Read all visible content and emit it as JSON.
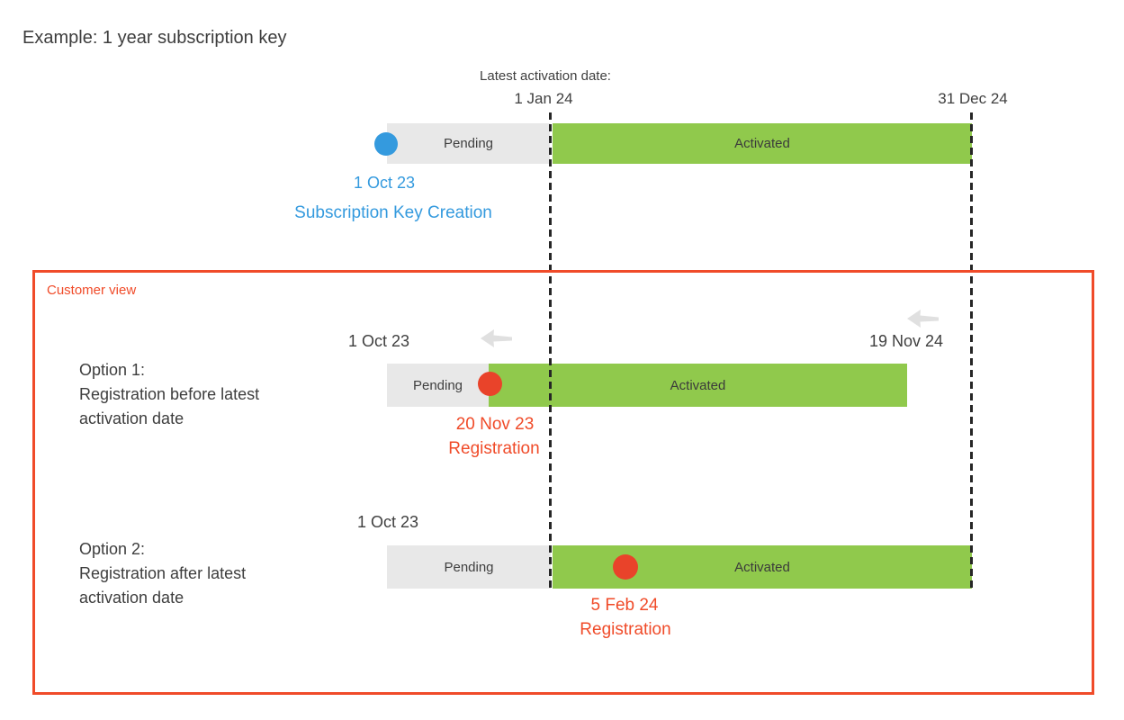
{
  "title": "Example: 1 year subscription key",
  "colors": {
    "blue": "#349ade",
    "green": "#90c94c",
    "gray_bar": "#e8e8e8",
    "red": "#f04b29",
    "red_dot": "#e9432a",
    "dark_text": "#3d3d3d",
    "arrow_gray": "#e0e0e0"
  },
  "axis": {
    "latest_activation_label": "Latest activation date:",
    "latest_activation_date": "1 Jan 24",
    "end_date": "31 Dec 24"
  },
  "key_timeline": {
    "pending_label": "Pending",
    "activated_label": "Activated",
    "creation_date": "1 Oct 23",
    "creation_label": "Subscription Key Creation"
  },
  "customer_view": {
    "label": "Customer view",
    "options": [
      {
        "title": "Option 1:",
        "line2": "Registration before latest",
        "line3": "activation date",
        "start_date": "1 Oct 23",
        "end_date": "19 Nov 24",
        "pending_label": "Pending",
        "activated_label": "Activated",
        "event_date": "20 Nov 23",
        "event_label": "Registration"
      },
      {
        "title": "Option 2:",
        "line2": "Registration after latest",
        "line3": "activation date",
        "start_date": "1 Oct 23",
        "pending_label": "Pending",
        "activated_label": "Activated",
        "event_date": "5 Feb 24",
        "event_label": "Registration"
      }
    ]
  }
}
